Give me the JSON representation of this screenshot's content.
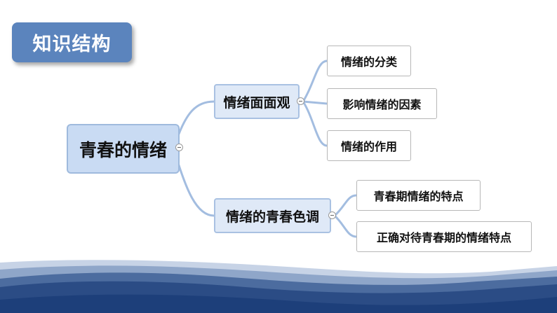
{
  "title": "知识结构",
  "mindmap": {
    "root": "青春的情绪",
    "branches": [
      {
        "label": "情绪面面观",
        "children": [
          "情绪的分类",
          "影响情绪的因素",
          "情绪的作用"
        ]
      },
      {
        "label": "情绪的青春色调",
        "children": [
          "青春期情绪的特点",
          "正确对待青春期的情绪特点"
        ]
      }
    ]
  },
  "colors": {
    "accent": "#5b84bd",
    "root_fill": "#c9dbf3",
    "branch_fill": "#dfe9f7",
    "connector": "#a3bde0",
    "wave_dark": "#1d3f7a"
  },
  "icons": [
    "collapse-toggle-icon"
  ]
}
